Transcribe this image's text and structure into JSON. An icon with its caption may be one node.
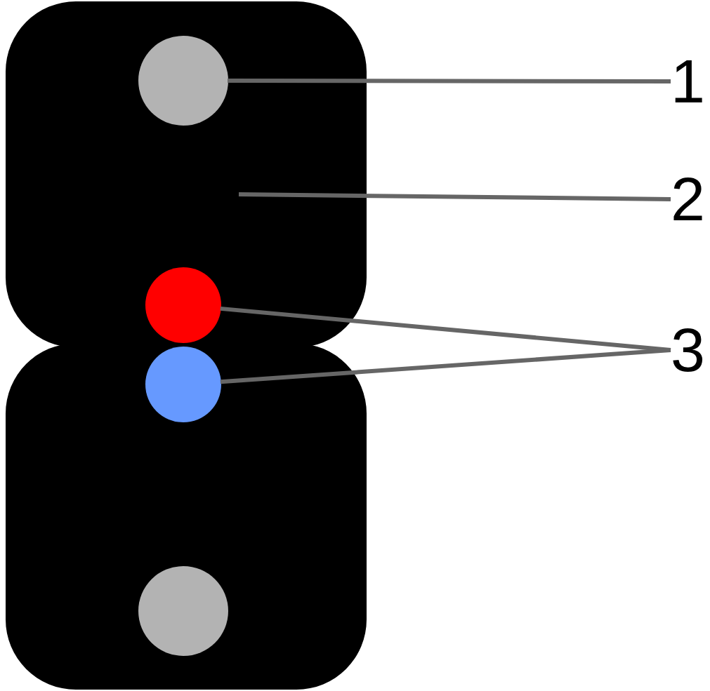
{
  "diagram": {
    "nodes": [
      {
        "text": [],
        "shape": "box"
      },
      {
        "text": [],
        "shape": "circle",
        "in": 0
      },
      {
        "text": [],
        "shape": "circle",
        "in": 0
      },
      {
        "text": [],
        "shape": "circle",
        "in": 0
      },
      {
        "text": [],
        "shape": "circle",
        "in": 0
      },
      {
        "text": [
          "1"
        ]
      },
      {
        "text": [
          "2"
        ]
      },
      {
        "text": [
          "3"
        ]
      }
    ],
    "edges": [
      {
        "from": 5,
        "to": 1,
        "arrow": "none"
      },
      {
        "from": 6,
        "to": 0,
        "arrow": "none"
      },
      {
        "from": 7,
        "to": 2,
        "arrow": "none"
      },
      {
        "from": 7,
        "to": 3,
        "arrow": "none"
      }
    ]
  }
}
